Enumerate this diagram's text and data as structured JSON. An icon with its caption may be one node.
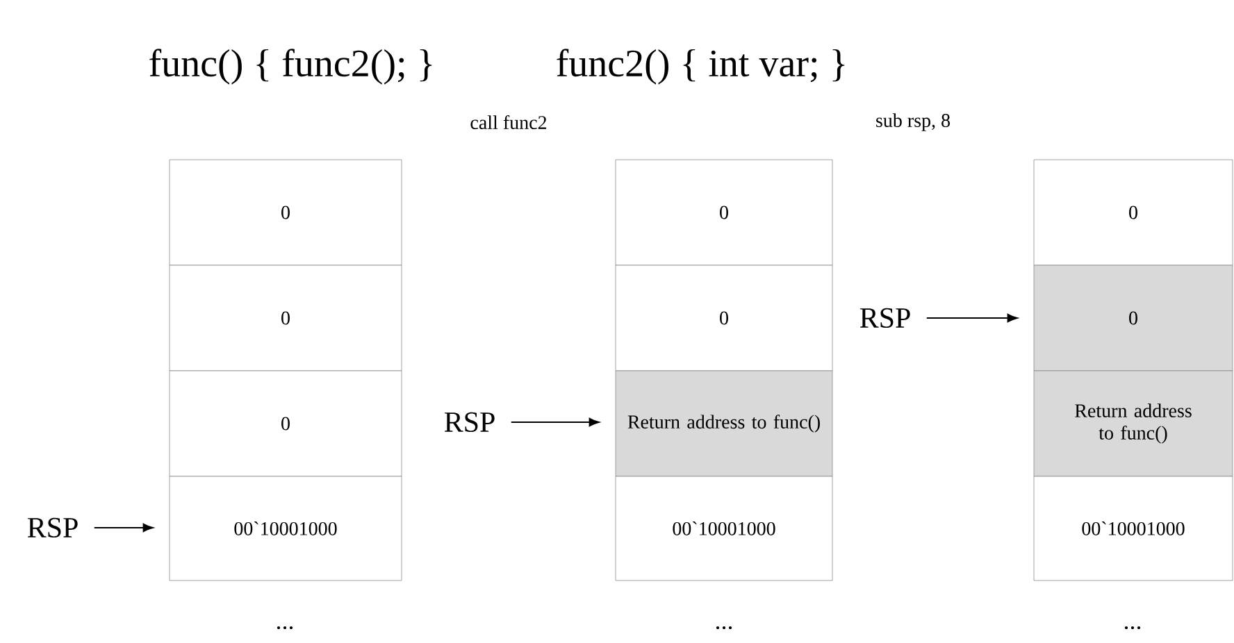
{
  "diagram": {
    "nodes": [
      {
        "text": [
          "RSP"
        ]
      },
      {
        "text": [
          "0"
        ]
      },
      {
        "text": [
          "0"
        ]
      },
      {
        "text": [
          "0"
        ]
      },
      {
        "text": [
          "00`10001000"
        ]
      },
      {
        "text": [
          "RSP"
        ]
      },
      {
        "text": [
          "0"
        ]
      },
      {
        "text": [
          "0"
        ]
      },
      {
        "text": [
          "Return address to func()"
        ]
      },
      {
        "text": [
          "00`10001000"
        ]
      },
      {
        "text": [
          "RSP"
        ]
      },
      {
        "text": [
          "0"
        ]
      },
      {
        "text": [
          "0"
        ]
      },
      {
        "text": [
          "Return address to func()"
        ]
      },
      {
        "text": [
          "00`10001000"
        ]
      }
    ],
    "edges": [
      {
        "from": 0,
        "to": 4,
        "arrow": "to"
      },
      {
        "from": 5,
        "to": 8,
        "arrow": "to"
      },
      {
        "from": 10,
        "to": 12,
        "arrow": "to"
      }
    ],
    "labels": [
      "func() { func2(); }",
      "func2() { int var; }",
      "call func2",
      "sub rsp, 8",
      "...",
      "...",
      "..."
    ]
  }
}
